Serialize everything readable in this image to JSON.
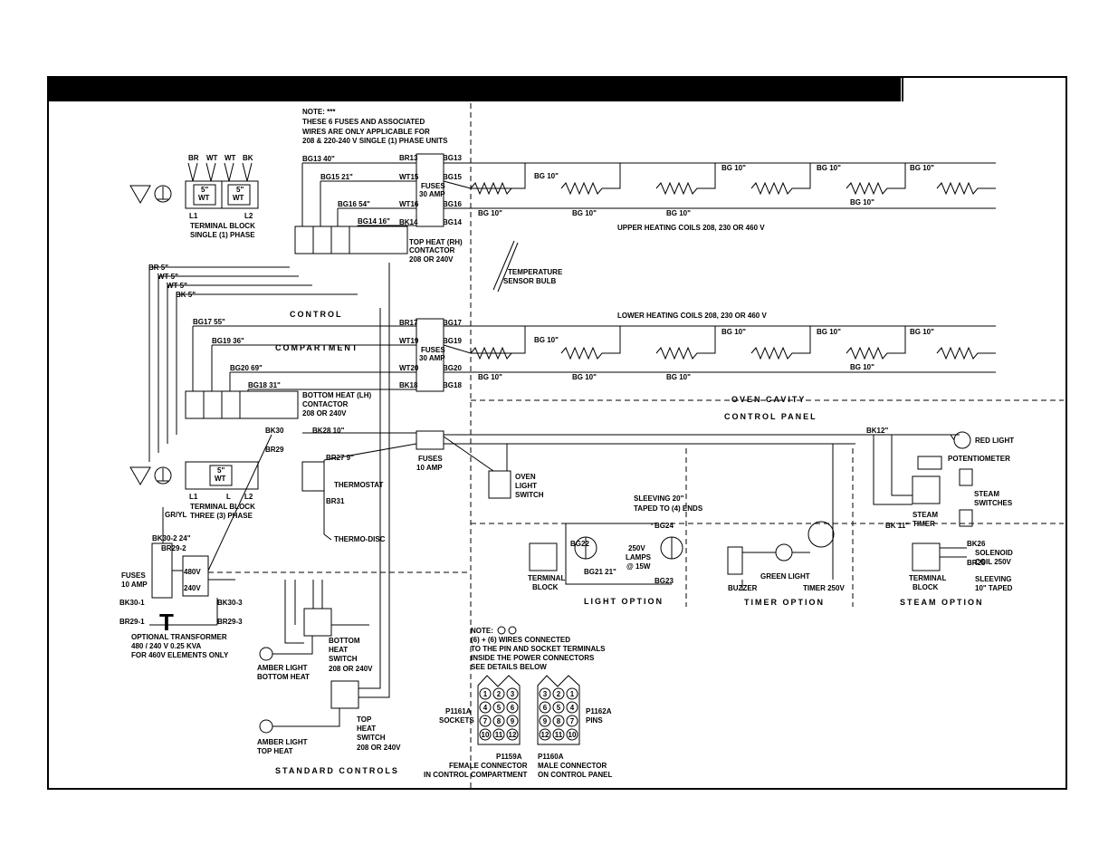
{
  "note_fuses": {
    "line1": "NOTE: ***",
    "line2": "THESE 6 FUSES AND ASSOCIATED",
    "line3": "WIRES ARE ONLY APPLICABLE FOR",
    "line4": "208 & 220-240 V SINGLE (1) PHASE UNITS"
  },
  "terminal_single": {
    "line1": "TERMINAL BLOCK",
    "line2": "SINGLE (1) PHASE",
    "l1": "L1",
    "l2": "L2",
    "wires": [
      "BR",
      "WT",
      "WT",
      "BK"
    ],
    "jumper1": "5\"",
    "jumper1b": "WT",
    "jumper2": "5\"",
    "jumper2b": "WT"
  },
  "terminal_three": {
    "line1": "TERMINAL BLOCK",
    "line2": "THREE (3) PHASE",
    "l1": "L1",
    "l": "L",
    "l2": "L2",
    "jumper": "5\"",
    "jumperb": "WT"
  },
  "top_contactor": {
    "line1": "TOP HEAT (RH)",
    "line2": "CONTACTOR",
    "line3": "208 OR 240V"
  },
  "bottom_contactor": {
    "line1": "BOTTOM HEAT (LH)",
    "line2": "CONTACTOR",
    "line3": "208 OR 240V"
  },
  "upper_coils": "UPPER HEATING COILS 208, 230 OR 460 V",
  "lower_coils": "LOWER HEATING COILS 208, 230 OR 460 V",
  "sensor": {
    "line1": "TEMPERATURE",
    "line2": "SENSOR BULB"
  },
  "control_label": "CONTROL",
  "compartment_label": "COMPARTMENT",
  "oven_cavity": "OVEN CAVITY",
  "control_panel": "CONTROL PANEL",
  "fuses30_top": {
    "line1": "FUSES",
    "line2": "30 AMP"
  },
  "fuses30_bot": {
    "line1": "FUSES",
    "line2": "30 AMP"
  },
  "fuses10": {
    "line1": "FUSES",
    "line2": "10 AMP"
  },
  "thermostat": "THERMOSTAT",
  "thermodisc": "THERMO-DISC",
  "oven_light_switch": {
    "line1": "OVEN",
    "line2": "LIGHT",
    "line3": "SWITCH"
  },
  "sleeving_light": {
    "line1": "SLEEVING 20\"",
    "line2": "TAPED TO (4) ENDS"
  },
  "lamps": {
    "line1": "250V",
    "line2": "LAMPS",
    "line3": "@ 15W"
  },
  "terminal_light": {
    "line1": "TERMINAL",
    "line2": "BLOCK"
  },
  "light_option": "LIGHT OPTION",
  "timer_option": "TIMER OPTION",
  "steam_option": "STEAM OPTION",
  "buzzer": "BUZZER",
  "green_light": "GREEN LIGHT",
  "timer250": "TIMER 250V",
  "red_light": "RED LIGHT",
  "potentiometer": "POTENTIOMETER",
  "steam_switches": {
    "line1": "STEAM",
    "line2": "SWITCHES"
  },
  "steam_timer": {
    "line1": "STEAM",
    "line2": "TIMER"
  },
  "solenoid": {
    "line1": "SOLENOID",
    "line2": "COIL 250V"
  },
  "sleeving_steam": {
    "line1": "SLEEVING",
    "line2": "10\" TAPED"
  },
  "terminal_steam": {
    "line1": "TERMINAL",
    "line2": "BLOCK"
  },
  "fuses_transformer": {
    "line1": "FUSES",
    "line2": "10 AMP"
  },
  "transformer": {
    "line1": "OPTIONAL TRANSFORMER",
    "line2": "480 / 240 V   0.25 KVA",
    "line3": "FOR 460V ELEMENTS ONLY",
    "v480": "480V",
    "v240": "240V"
  },
  "bottom_switch": {
    "line1": "BOTTOM",
    "line2": "HEAT",
    "line3": "SWITCH",
    "line4": "208 OR 240V"
  },
  "top_switch": {
    "line1": "TOP",
    "line2": "HEAT",
    "line3": "SWITCH",
    "line4": "208 OR 240V"
  },
  "amber_bottom": {
    "line1": "AMBER LIGHT",
    "line2": "BOTTOM HEAT"
  },
  "amber_top": {
    "line1": "AMBER LIGHT",
    "line2": "TOP HEAT"
  },
  "standard_controls": "STANDARD CONTROLS",
  "note_connector": {
    "line1": "NOTE:",
    "line2": "(6) + (6)  WIRES CONNECTED",
    "line3": "TO THE PIN AND SOCKET TERMINALS",
    "line4": "INSIDE THE POWER CONNECTORS",
    "line5": "SEE DETAILS BELOW"
  },
  "p1161": {
    "line1": "P1161A",
    "line2": "SOCKETS"
  },
  "p1162": {
    "line1": "P1162A",
    "line2": "PINS"
  },
  "p1159": {
    "line1": "P1159A",
    "line2": "FEMALE CONNECTOR",
    "line3": "IN CONTROL COMPARTMENT"
  },
  "p1160": {
    "line1": "P1160A",
    "line2": "MALE CONNECTOR",
    "line3": "ON CONTROL PANEL"
  },
  "sockets": [
    "1",
    "2",
    "3",
    "4",
    "5",
    "6",
    "7",
    "8",
    "9",
    "10",
    "11",
    "12"
  ],
  "pins": [
    "3",
    "2",
    "1",
    "6",
    "5",
    "4",
    "9",
    "8",
    "7",
    "12",
    "11",
    "10"
  ],
  "wire_labels": {
    "bg13": "BG13  40\"",
    "bg15": "BG15  21\"",
    "bg16": "BG16  54\"",
    "bg14": "BG14  16\"",
    "br13": "BR13",
    "wt15": "WT15",
    "wt16": "WT16",
    "bk14": "BK14",
    "r_bg13": "BG13",
    "r_bg15": "BG15",
    "r_bg16": "BG16",
    "r_bg14": "BG14",
    "bg17": "BG17  55\"",
    "bg19": "BG19  36\"",
    "bg20": "BG20  69\"",
    "bg18": "BG18  31\"",
    "br17": "BR17",
    "wt19": "WT19",
    "wt20": "WT20",
    "bk18": "BK18",
    "r_bg17": "BG17",
    "r_bg19": "BG19",
    "r_bg20": "BG20",
    "r_bg18": "BG18",
    "br5": "BR 5\"",
    "wt5a": "WT 5\"",
    "wt5b": "WT 5\"",
    "bk5": "BK 5\"",
    "bg10": "BG 10\"",
    "bk28": "BK28  10\"",
    "br27": "BR27  9\"",
    "br31": "BR31",
    "bk30": "BK30",
    "br29": "BR29",
    "bk12": "BK12\"",
    "gryl": "GR/YL",
    "bk30_2": "BK30-2  24\"",
    "br29_2": "BR29-2",
    "bk30_1": "BK30-1",
    "br29_1": "BR29-1",
    "bk30_3": "BK30-3",
    "br29_3": "BR29-3",
    "bg22": "BG22",
    "bg21": "BG21  21\"",
    "bg24": "BG24",
    "bg23": "BG23",
    "bk26": "BK26",
    "br25": "BR25",
    "bk11": "BK 11\""
  }
}
